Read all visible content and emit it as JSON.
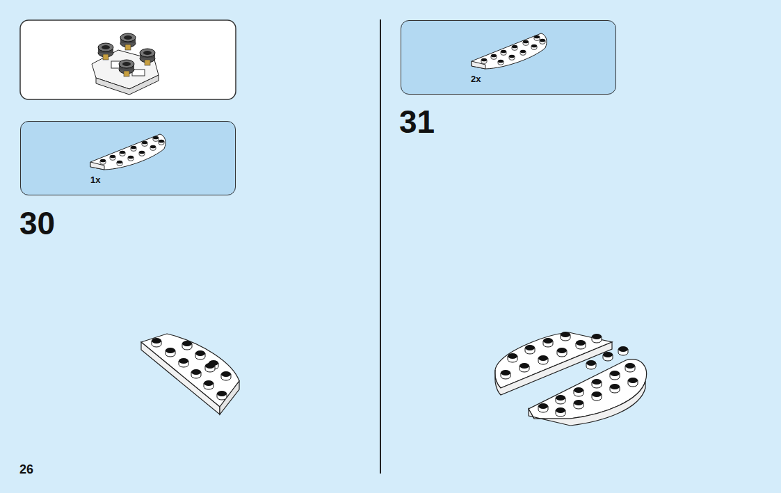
{
  "diagram": {
    "nodes": [
      {
        "text": [
          "1x"
        ]
      },
      {
        "text": [
          "2x"
        ]
      }
    ],
    "labels": [
      "30",
      "31",
      "26"
    ]
  }
}
